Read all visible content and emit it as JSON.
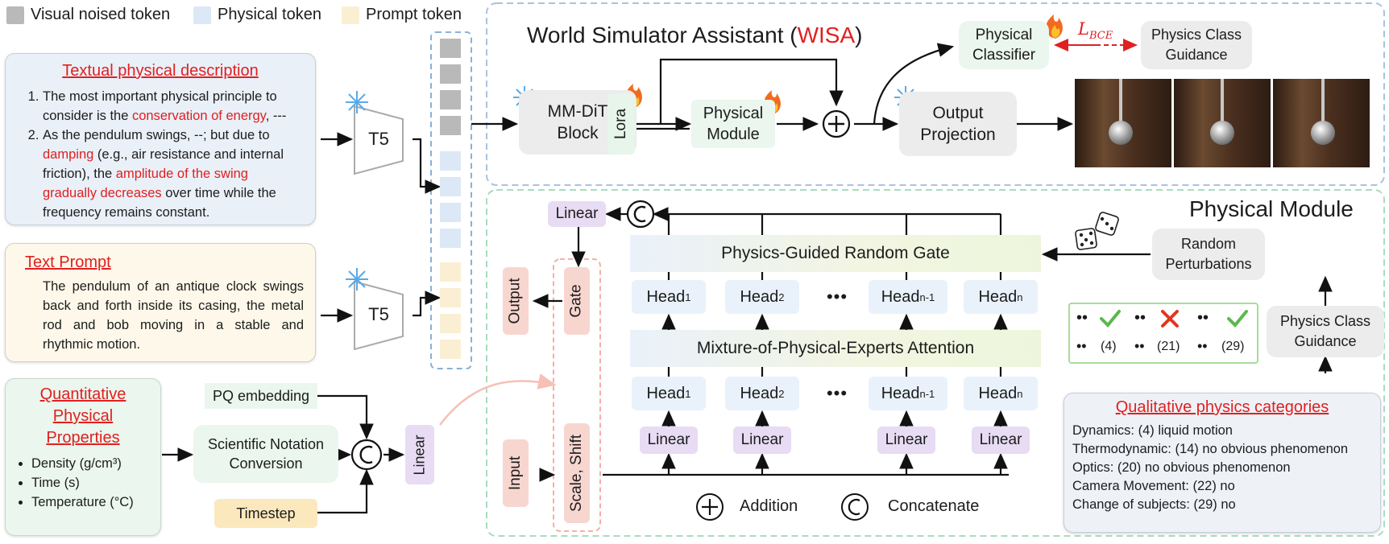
{
  "legend": {
    "visual": "Visual noised token",
    "physical": "Physical token",
    "prompt": "Prompt token",
    "colors": {
      "visual": "#b9b9b9",
      "physical": "#dce8f5",
      "prompt": "#fbefd3"
    }
  },
  "textual": {
    "title": "Textual physical description",
    "item1": {
      "pre": "The most important physical principle to consider is the ",
      "hl": "conservation of energy",
      "post": ", ---"
    },
    "item2": {
      "pre": "As the pendulum swings, --; but due to ",
      "hl1": "damping",
      "mid": " (e.g., air resistance and internal friction), the ",
      "hl2": "amplitude of the swing gradually decreases",
      "post": " over time while the frequency remains constant."
    }
  },
  "prompt_box": {
    "title": "Text Prompt",
    "body": "The pendulum of an antique clock swings back and forth inside its casing, the metal rod and bob moving in a stable and rhythmic motion."
  },
  "qpp": {
    "title": "Quantitative Physical Properties",
    "density": "Density (g/cm³)",
    "time": "Time (s)",
    "temperature": "Temperature (°C)"
  },
  "encoders": {
    "t5_top": "T5",
    "t5_bottom": "T5"
  },
  "pq_embedding": "PQ embedding",
  "sci_notation": "Scientific Notation Conversion",
  "timestep": "Timestep",
  "linear_left": "Linear",
  "wisa": {
    "title_pre": "World Simulator Assistant (",
    "title_hl": "WISA",
    "title_post": ")"
  },
  "mmdit": "MM-DiT Block",
  "lora": "Lora",
  "phys_module_small": "Physical Module",
  "output_projection": "Output Projection",
  "phys_classifier": "Physical Classifier",
  "lbce": {
    "main": "L",
    "sub": "BCE"
  },
  "phys_class_guidance_top": "Physics Class Guidance",
  "phys_module_title": "Physical Module",
  "linear_top": "Linear",
  "output_label": "Output",
  "gate_label": "Gate",
  "input_label": "Input",
  "scale_shift": "Scale, Shift",
  "random_gate": "Physics-Guided Random Gate",
  "moe_attention": "Mixture-of-Physical-Experts Attention",
  "heads": [
    "Head",
    "Head",
    "Head",
    "Head"
  ],
  "head_subs": [
    "1",
    "2",
    "n-1",
    "n"
  ],
  "linear_label": "Linear",
  "ellipsis": "•••",
  "random_perturbations": "Random Perturbations",
  "phys_class_guidance_right": "Physics Class Guidance",
  "sample": {
    "a": "(4)",
    "b": "(21)",
    "c": "(29)",
    "dots": "••"
  },
  "qualitative": {
    "title": "Qualitative physics categories",
    "lines": [
      "Dynamics: (4) liquid motion",
      "Thermodynamic: (14) no obvious phenomenon",
      "Optics: (20) no obvious phenomenon",
      "Camera Movement: (22) no",
      "Change of subjects: (29) no"
    ]
  },
  "bottom_legend": {
    "addition": "Addition",
    "concatenate": "Concatenate"
  },
  "icons": [
    "snowflake-icon",
    "flame-icon",
    "dice-icon",
    "check-icon",
    "cross-icon",
    "plus-circle-icon",
    "concat-circle-icon",
    "pendulum-photo"
  ]
}
